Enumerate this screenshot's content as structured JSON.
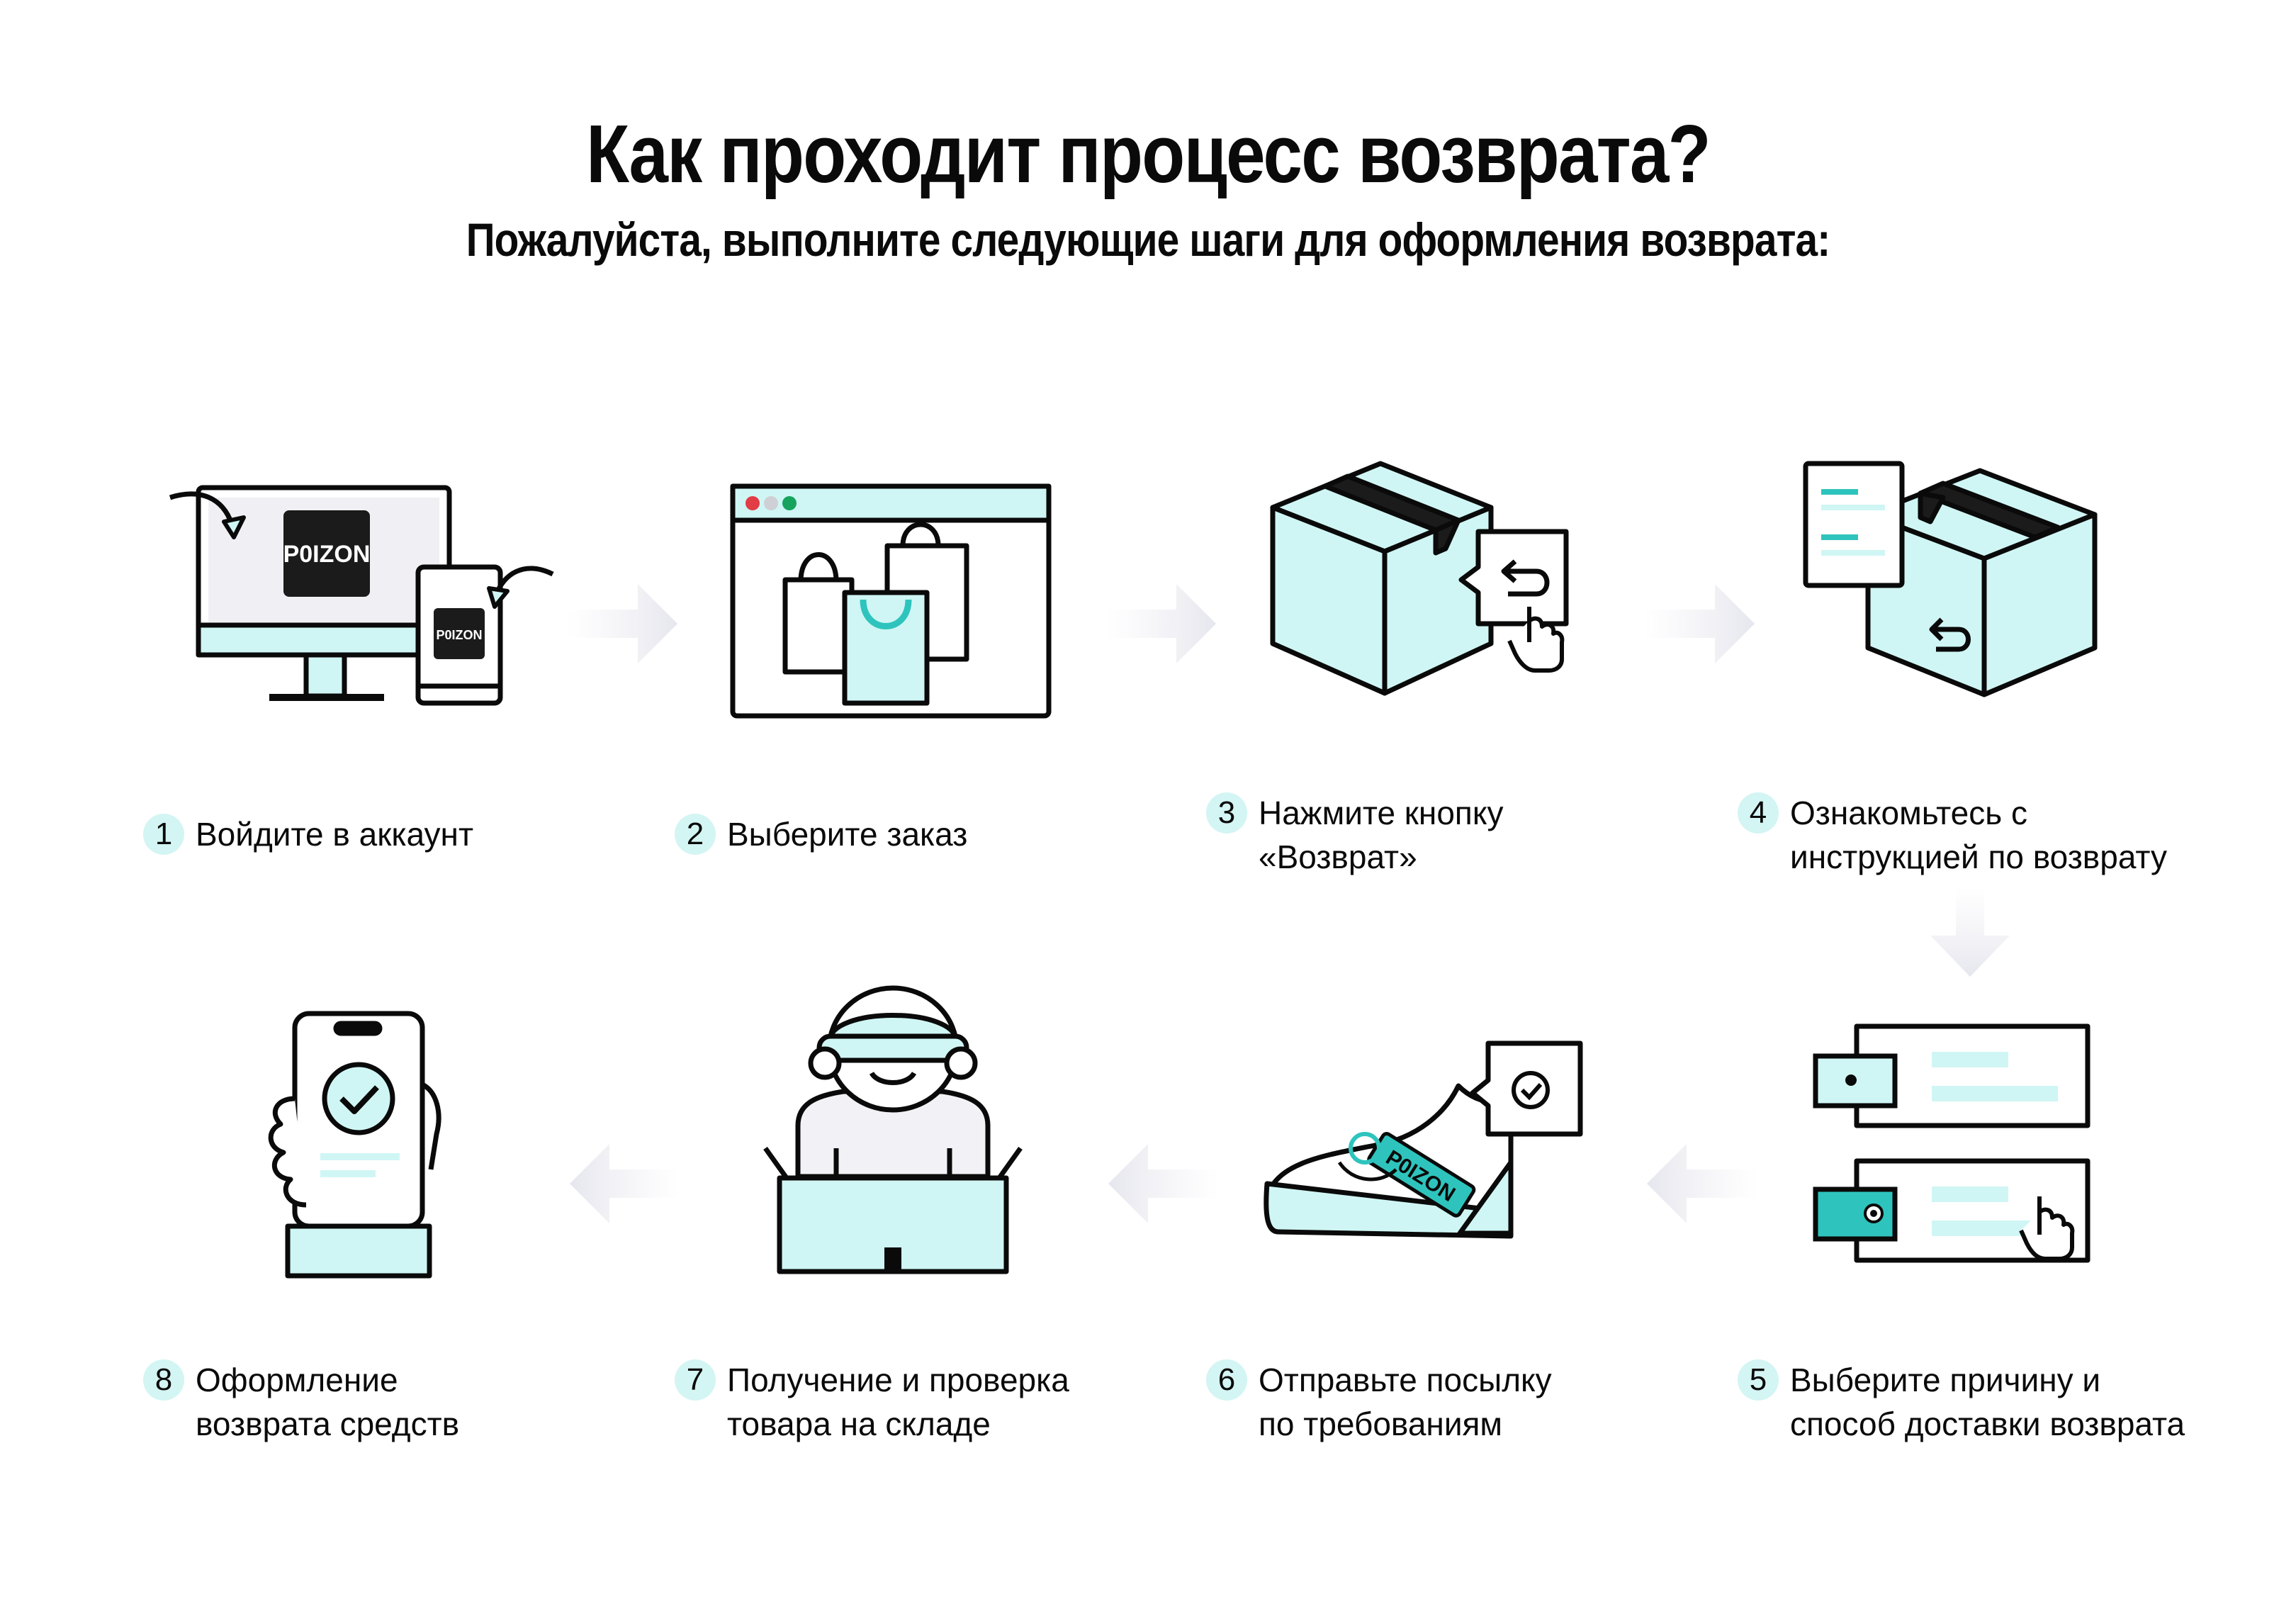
{
  "title": "Как проходит процесс возврата?",
  "subtitle": "Пожалуйста, выполните следующие шаги для оформления возврата:",
  "brand": {
    "logo_text": "P0IZON",
    "tag_text": "P0IZON"
  },
  "colors": {
    "accent": "#2ec4bd",
    "fill": "#cff6f4",
    "stroke": "#0a0a0a",
    "arrow": "#eeeef4"
  },
  "steps": [
    {
      "num": "1",
      "line1": "Войдите в аккаунт",
      "line2": "",
      "icon": "monitor-phone-login-icon"
    },
    {
      "num": "2",
      "line1": "Выберите заказ",
      "line2": "",
      "icon": "browser-shopping-bags-icon"
    },
    {
      "num": "3",
      "line1": "Нажмите кнопку",
      "line2": "«Возврат»",
      "icon": "box-return-button-icon"
    },
    {
      "num": "4",
      "line1": "Ознакомьтесь с",
      "line2": "инструкцией по возврату",
      "icon": "document-box-icon"
    },
    {
      "num": "5",
      "line1": "Выберите причину и",
      "line2": "способ доставки возврата",
      "icon": "delivery-options-icon"
    },
    {
      "num": "6",
      "line1": "Отправьте посылку",
      "line2": "по требованиям",
      "icon": "sneaker-tag-icon"
    },
    {
      "num": "7",
      "line1": "Получение и проверка",
      "line2": "товара на складе",
      "icon": "warehouse-worker-icon"
    },
    {
      "num": "8",
      "line1": "Оформление",
      "line2": "возврата средств",
      "icon": "phone-check-icon"
    }
  ]
}
